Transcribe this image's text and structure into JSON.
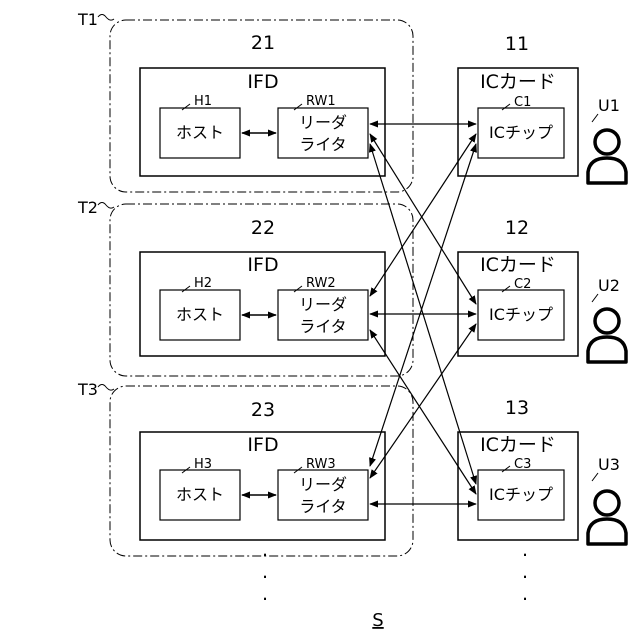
{
  "system": {
    "label": "S"
  },
  "terminals": [
    {
      "id": "T1",
      "number": "21",
      "ifd_label": "IFD",
      "host_id": "H1",
      "host_label": "ホスト",
      "rw_id": "RW1",
      "rw_label_line1": "リーダ",
      "rw_label_line2": "ライタ"
    },
    {
      "id": "T2",
      "number": "22",
      "ifd_label": "IFD",
      "host_id": "H2",
      "host_label": "ホスト",
      "rw_id": "RW2",
      "rw_label_line1": "リーダ",
      "rw_label_line2": "ライタ"
    },
    {
      "id": "T3",
      "number": "23",
      "ifd_label": "IFD",
      "host_id": "H3",
      "host_label": "ホスト",
      "rw_id": "RW3",
      "rw_label_line1": "リーダ",
      "rw_label_line2": "ライタ"
    }
  ],
  "cards": [
    {
      "number": "11",
      "label": "ICカード",
      "chip_id": "C1",
      "chip_label": "ICチップ",
      "user_id": "U1"
    },
    {
      "number": "12",
      "label": "ICカード",
      "chip_id": "C2",
      "chip_label": "ICチップ",
      "user_id": "U2"
    },
    {
      "number": "13",
      "label": "ICカード",
      "chip_id": "C3",
      "chip_label": "ICチップ",
      "user_id": "U3"
    }
  ],
  "continuation": {
    "dot": "."
  }
}
